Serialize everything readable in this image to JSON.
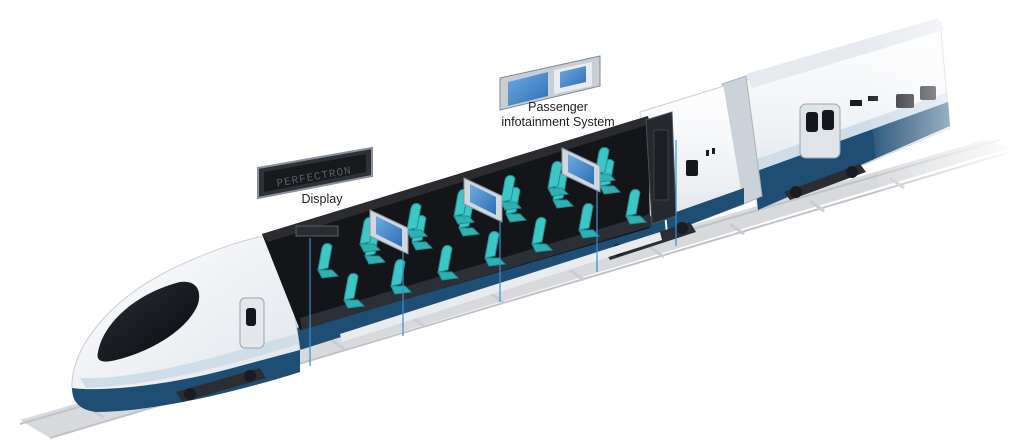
{
  "labels": {
    "display": "Display",
    "pis_line1": "Passenger",
    "pis_line2": "infotainment System"
  },
  "display_panel": {
    "text": "PERFECTRON"
  },
  "icons": {
    "train": "high-speed-train-illustration",
    "display_panel": "led-destination-display-icon",
    "pis_screen": "infotainment-screen-icon",
    "seat": "passenger-seat-icon"
  },
  "colors": {
    "body_white": "#f3f5f7",
    "stripe_blue": "#1f4e74",
    "stripe_light": "#cfdde8",
    "interior_dark": "#141518",
    "seat_teal": "#3cc6c6",
    "callout_line": "#3a8fd0",
    "window_black": "#0d0f12"
  }
}
